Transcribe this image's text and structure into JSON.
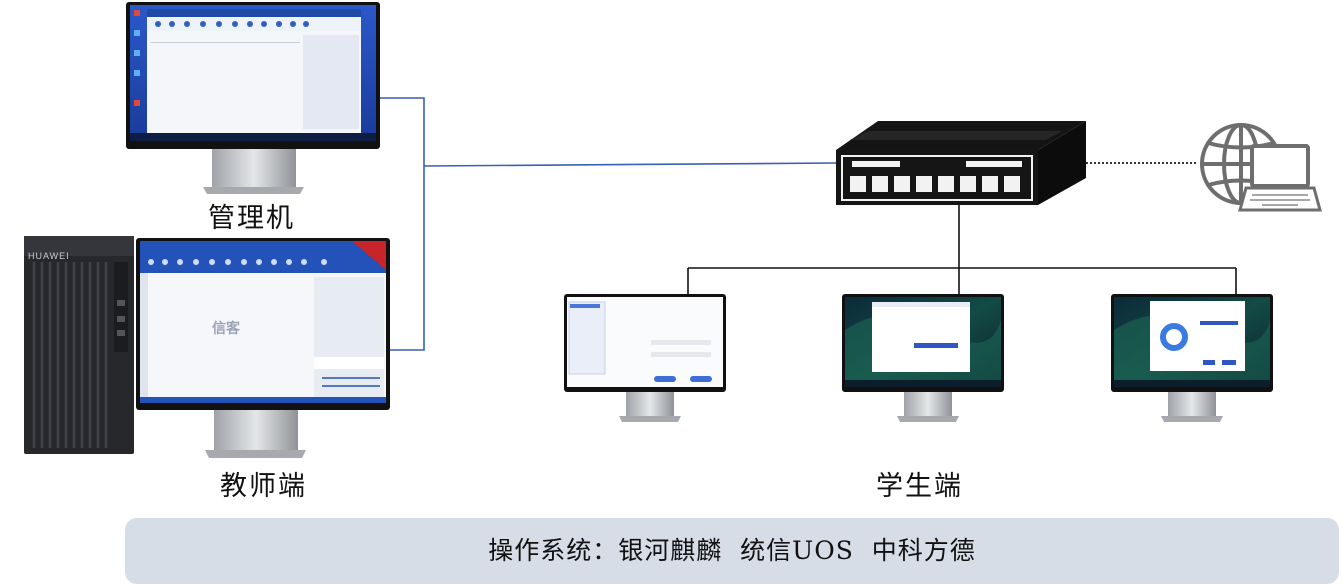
{
  "nodes": {
    "admin": {
      "label": "管理机"
    },
    "teacher": {
      "label": "教师端",
      "tower_brand": "HUAWEI",
      "screen_logo": "信客"
    },
    "students": {
      "label": "学生端"
    }
  },
  "os": {
    "text": "操作系统：银河麒麟  统信UOS  中科方德"
  },
  "colors": {
    "link": "#3a5fb5",
    "bus": "#111111",
    "internet_link": "#333333",
    "os_bar": "#d6dde7"
  },
  "icons": [
    "monitor-icon",
    "desktop-tower-icon",
    "network-switch-icon",
    "globe-laptop-icon"
  ]
}
